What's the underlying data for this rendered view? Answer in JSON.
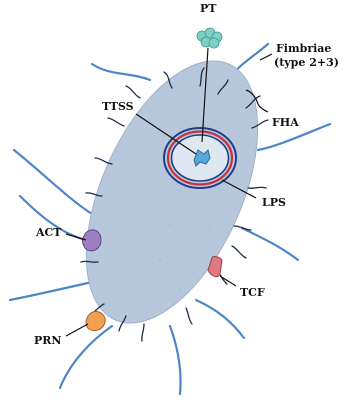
{
  "labels": {
    "pt": "PT",
    "fimbriae": "Fimbriae",
    "fimbriae_type": "(type 2+3)",
    "fha": "FHA",
    "ttss": "TTSS",
    "lps": "LPS",
    "act": "ACT",
    "tcf": "TCF",
    "prn": "PRN"
  },
  "colors": {
    "cell_body": "#b8c8dc",
    "fimbriae": "#4f86c8",
    "pili": "#1f2a44",
    "membrane_outer": "#1d3f8a",
    "membrane_inner": "#c9303c",
    "pt_toxin": "#7fcfc4",
    "act_toxin": "#9b7fc0",
    "tcf_factor": "#e07a80",
    "prn_factor": "#f0a050",
    "ttss_icon": "#5aa5d8"
  }
}
